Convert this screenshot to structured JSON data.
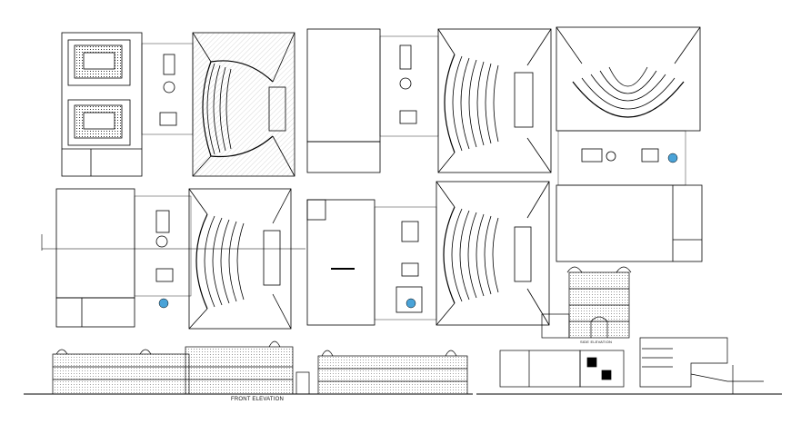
{
  "drawing": {
    "background": "#ffffff",
    "line_color": "#000000",
    "accent_color": "#4aa3d8"
  },
  "labels": {
    "front_elevation": "FRONT ELEVATION",
    "side_elevation": "SIDE ELEVATION"
  },
  "sheets": [
    {
      "name": "auditorium-plan-a",
      "hall": "semi-oval seating with stage",
      "side": "lobby with floor pattern"
    },
    {
      "name": "auditorium-plan-b",
      "hall": "curved tiered seating",
      "side": "exhibition grid"
    },
    {
      "name": "auditorium-plan-c",
      "hall": "fan-shaped rotated seating",
      "side": "exhibition grid"
    },
    {
      "name": "auditorium-plan-d",
      "hall": "curved tiered seating",
      "side": "exhibition grid"
    },
    {
      "name": "auditorium-plan-e",
      "hall": "curved tiered seating",
      "side": "lobby"
    }
  ],
  "elevations": [
    {
      "name": "front-elevation"
    },
    {
      "name": "side-elevation"
    },
    {
      "name": "rear-elevation"
    },
    {
      "name": "section"
    }
  ]
}
